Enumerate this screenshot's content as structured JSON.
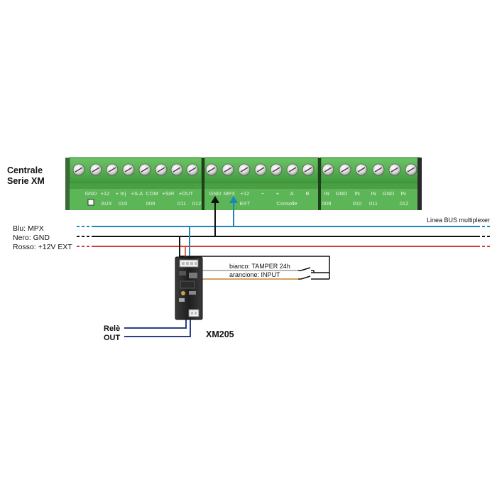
{
  "colors": {
    "terminal_green": "#4fae4a",
    "terminal_dark": "#2f7d2e",
    "label_strip": "#5cb556",
    "wire_blue": "#1f86b8",
    "wire_black": "#111111",
    "wire_red": "#d83a3a",
    "wire_white": "#b5b5b5",
    "wire_orange": "#d7a05a",
    "wire_relay": "#2b3f86"
  },
  "title": {
    "line1": "Centrale",
    "line2": "Serie XM"
  },
  "bus_label": "Linea BUS multiplexer",
  "wires": {
    "blue": "Blu: MPX",
    "black": "Nero: GND",
    "red": "Rosso: +12V EXT"
  },
  "module": {
    "name": "XM205",
    "label_tamper": "bianco: TAMPER 24h",
    "label_input": "arancione: INPUT",
    "relay_line1": "Relè",
    "relay_line2": "OUT"
  },
  "terminals": {
    "block1": {
      "top_labels": [
        "GND",
        "+12",
        "+ Inj",
        "+S.A",
        "COM",
        "+SIR",
        "+OUT"
      ],
      "bottom_labels": [
        "AUX",
        "010",
        "009",
        "011",
        "012"
      ]
    },
    "block2": {
      "top_labels": [
        "GND",
        "MPX",
        "+12",
        "−",
        "+",
        "A",
        "B"
      ],
      "bottom_labels": [
        "EXT",
        "Consolle"
      ]
    },
    "block3": {
      "top_labels": [
        "IN",
        "GND",
        "IN",
        "IN",
        "GND",
        "IN"
      ],
      "bottom_labels": [
        "009",
        "010",
        "011",
        "012"
      ]
    }
  }
}
